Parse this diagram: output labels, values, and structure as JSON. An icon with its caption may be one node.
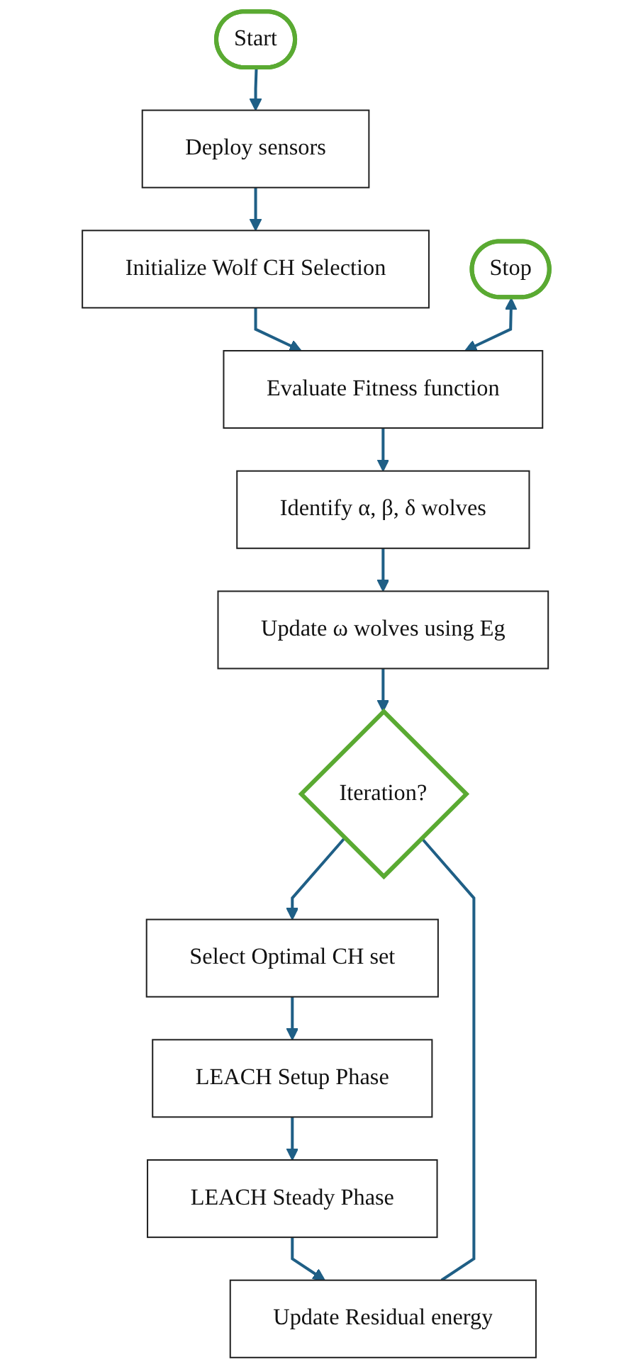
{
  "diagram": {
    "nodes": [
      {
        "text": [
          "Start"
        ]
      },
      {
        "text": [
          "Deploy sensors"
        ]
      },
      {
        "text": [
          "Initialize Wolf CH Selection"
        ]
      },
      {
        "text": [
          "Evaluate Fitness function"
        ]
      },
      {
        "text": [
          "Identify α, β, δ wolves"
        ]
      },
      {
        "text": [
          "Update ω wolves using Eg"
        ]
      },
      {
        "text": [
          "Iteration?"
        ]
      },
      {
        "text": [
          "Select Optimal CH set"
        ]
      },
      {
        "text": [
          "LEACH Setup Phase"
        ]
      },
      {
        "text": [
          "LEACH Steady Phase"
        ]
      },
      {
        "text": [
          "Update Residual energy"
        ]
      },
      {
        "text": [
          "Stop"
        ]
      }
    ],
    "edges": [
      {
        "from": 0,
        "to": 1,
        "arrow": "to"
      },
      {
        "from": 1,
        "to": 2,
        "arrow": "to"
      },
      {
        "from": 2,
        "to": 3,
        "arrow": "to"
      },
      {
        "from": 3,
        "to": 4,
        "arrow": "to"
      },
      {
        "from": 4,
        "to": 5,
        "arrow": "to"
      },
      {
        "from": 5,
        "to": 6,
        "arrow": "to"
      },
      {
        "from": 6,
        "to": 7,
        "arrow": "to"
      },
      {
        "from": 7,
        "to": 8,
        "arrow": "to"
      },
      {
        "from": 8,
        "to": 9,
        "arrow": "to"
      },
      {
        "from": 9,
        "to": 10,
        "arrow": "to"
      },
      {
        "from": 6,
        "to": 10,
        "arrow": "none"
      },
      {
        "from": 11,
        "to": 3,
        "arrow": "both"
      }
    ]
  }
}
